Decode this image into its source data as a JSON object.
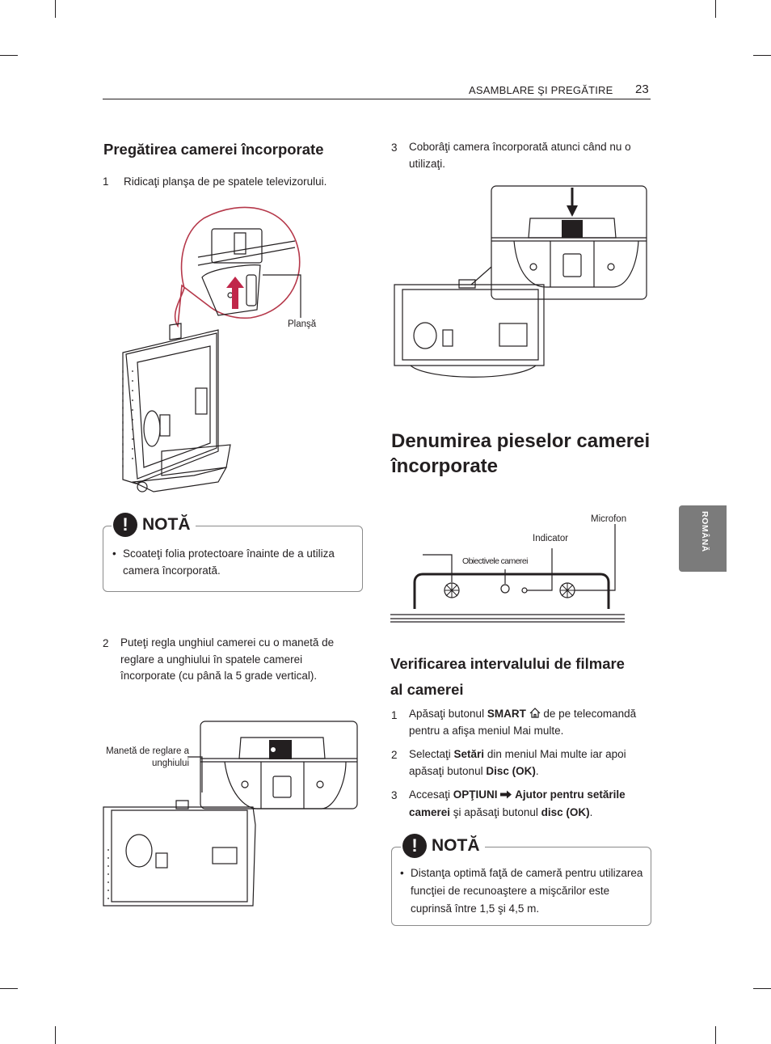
{
  "header": {
    "section": "ASAMBLARE ŞI PREGĂTIRE",
    "page_number": "23"
  },
  "side_tab": {
    "label": "ROMÂNĂ"
  },
  "left": {
    "heading": "Pregătirea camerei încorporate",
    "step1": {
      "num": "1",
      "text": "Ridicaţi planşa de pe spatele televizorului."
    },
    "fig1_label": "Planşă",
    "note1": {
      "title": "NOTĂ",
      "bullet": "Scoateţi folia protectoare înainte de a utiliza camera încorporată."
    },
    "step2": {
      "num": "2",
      "text": "Puteţi regla unghiul camerei cu o manetă de reglare a unghiului în spatele camerei încorporate (cu până la 5 grade vertical)."
    },
    "fig2_label": "Manetă de reglare a unghiului"
  },
  "right": {
    "step3": {
      "num": "3",
      "text": "Coborâţi camera încorporată atunci când nu o utilizaţi."
    },
    "heading_big": "Denumirea pieselor camerei încorporate",
    "parts": {
      "microfon": "Microfon",
      "indicator": "Indicator",
      "obiective": "Obiectivele camerei"
    },
    "subheading": "Verificarea intervalului de filmare al camerei",
    "steps": [
      {
        "num": "1",
        "pre": "Apăsaţi butonul ",
        "b1": "SMART",
        "post": " de pe telecomandă pentru a afişa meniul Mai multe."
      },
      {
        "num": "2",
        "pre": "Selectaţi ",
        "b1": "Setări",
        "mid": " din meniul Mai multe iar apoi apăsaţi butonul ",
        "b2": "Disc (OK)",
        "post": "."
      },
      {
        "num": "3",
        "pre": "Accesaţi ",
        "b1": "OPŢIUNI",
        "b2": "Ajutor pentru setările camerei",
        "mid": " şi apăsaţi butonul ",
        "b3": "disc (OK)",
        "post": "."
      }
    ],
    "note2": {
      "title": "NOTĂ",
      "bullet": "Distanţa optimă faţă de cameră pentru utilizarea funcţiei de recunoaştere a mişcărilor este cuprinsă între 1,5 şi 4,5 m."
    }
  },
  "icons": [
    "home-icon",
    "arrow-right-icon",
    "exclamation-icon"
  ]
}
